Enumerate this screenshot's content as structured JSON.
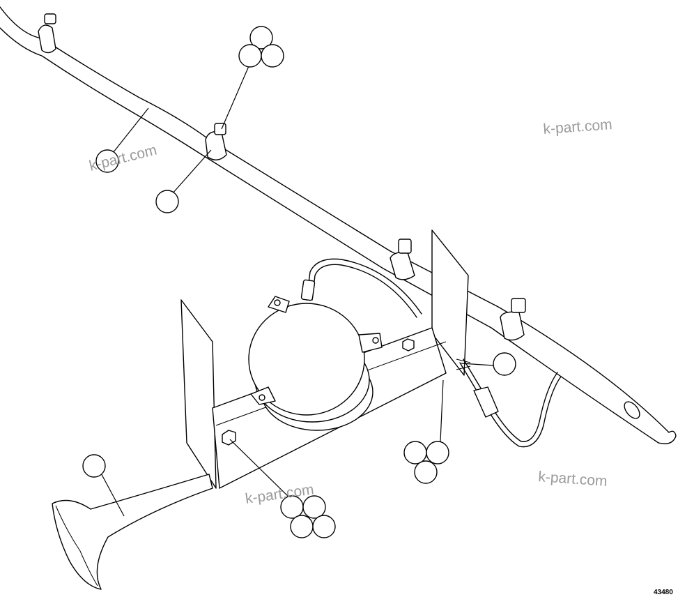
{
  "watermarks": [
    "k-part.com",
    "k-part.com",
    "k-part.com",
    "k-part.com"
  ],
  "drawing_number": "43480"
}
